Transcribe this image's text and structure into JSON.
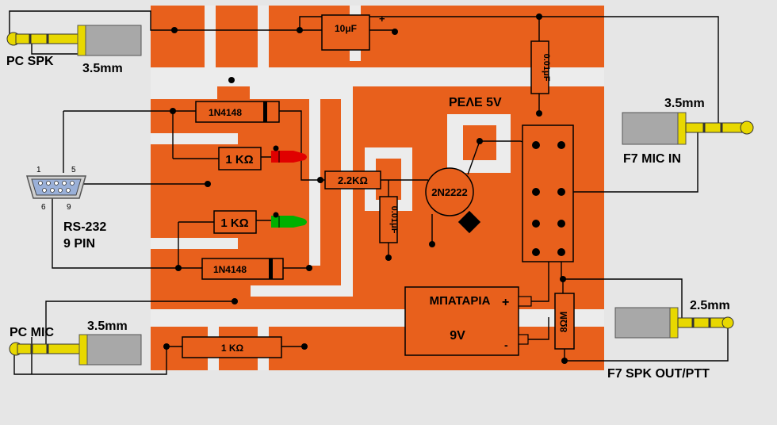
{
  "colors": {
    "board": "#e8601c",
    "gap": "#ececec",
    "background": "#e6e6e6",
    "wire": "#000000",
    "plug_tip": "#e8d800",
    "plug_body": "#a8a8a8",
    "led_red": "#e00000",
    "led_green": "#00b000",
    "relay_fill": "#e8601c"
  },
  "labels": {
    "pc_spk": "PC SPK",
    "pc_spk_size": "3.5mm",
    "pc_mic": "PC MIC",
    "pc_mic_size": "3.5mm",
    "f7_mic_in": "F7 MIC IN",
    "f7_mic_size": "3.5mm",
    "f7_spk": "F7 SPK OUT/PTT",
    "f7_spk_size": "2.5mm",
    "rs232": "RS-232",
    "rs232_pins": "9 PIN",
    "db9_pin1": "1",
    "db9_pin5": "5",
    "db9_pin6": "6",
    "db9_pin9": "9",
    "relay": "ΡΕΛΕ 5V"
  },
  "components": {
    "cap_10uf": "10μF",
    "cap_10uf_polarity": "+",
    "cap_001_top": "0.01μF",
    "cap_001_mid": "0.01μF",
    "diode_top": "1N4148",
    "diode_bottom": "1N4148",
    "res_red_led": "1 KΩ",
    "res_green_led": "1 KΩ",
    "res_base": "2.2KΩ",
    "res_mic": "1 KΩ",
    "res_8ohm": "8ΩM",
    "transistor": "2N2222",
    "battery_name": "ΜΠΑΤΑΡΙΑ",
    "battery_voltage": "9V",
    "battery_plus": "+",
    "battery_minus": "-"
  }
}
